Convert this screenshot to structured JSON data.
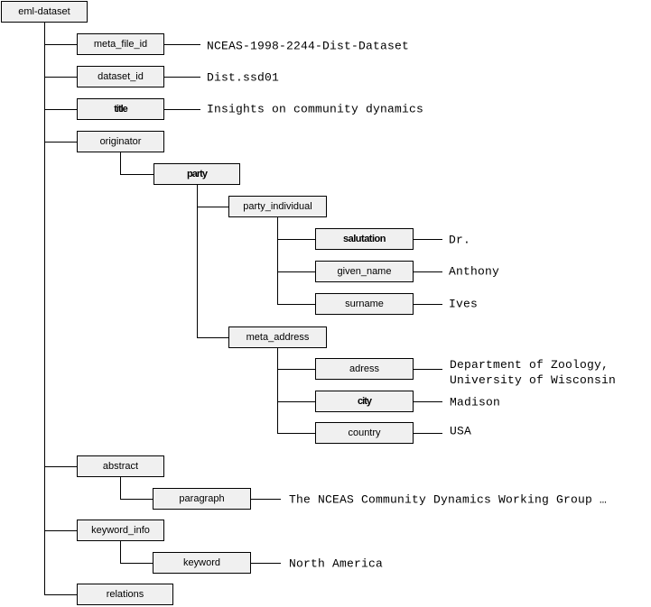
{
  "diagram": {
    "nodes": {
      "eml_dataset": {
        "label": "eml-dataset"
      },
      "meta_file_id": {
        "label": "meta_file_id",
        "value": "NCEAS-1998-2244-Dist-Dataset"
      },
      "dataset_id": {
        "label": "dataset_id",
        "value": "Dist.ssd01"
      },
      "title": {
        "label": "title",
        "value": "Insights on community dynamics"
      },
      "originator": {
        "label": "originator"
      },
      "party": {
        "label": "party"
      },
      "party_individual": {
        "label": "party_individual"
      },
      "salutation": {
        "label": "salutation",
        "value": "Dr."
      },
      "given_name": {
        "label": "given_name",
        "value": "Anthony"
      },
      "surname": {
        "label": "surname",
        "value": "Ives"
      },
      "meta_address": {
        "label": "meta_address"
      },
      "adress": {
        "label": "adress",
        "value": "Department of Zoology,\nUniversity of Wisconsin"
      },
      "city": {
        "label": "city",
        "value": "Madison"
      },
      "country": {
        "label": "country",
        "value": "USA"
      },
      "abstract": {
        "label": "abstract"
      },
      "paragraph": {
        "label": "paragraph",
        "value": "The NCEAS Community Dynamics Working Group …"
      },
      "keyword_info": {
        "label": "keyword_info"
      },
      "keyword": {
        "label": "keyword",
        "value": "North America"
      },
      "relations": {
        "label": "relations"
      }
    },
    "colors": {
      "box_fill": "#f0f0f0",
      "line": "#000000",
      "text": "#000000"
    }
  }
}
